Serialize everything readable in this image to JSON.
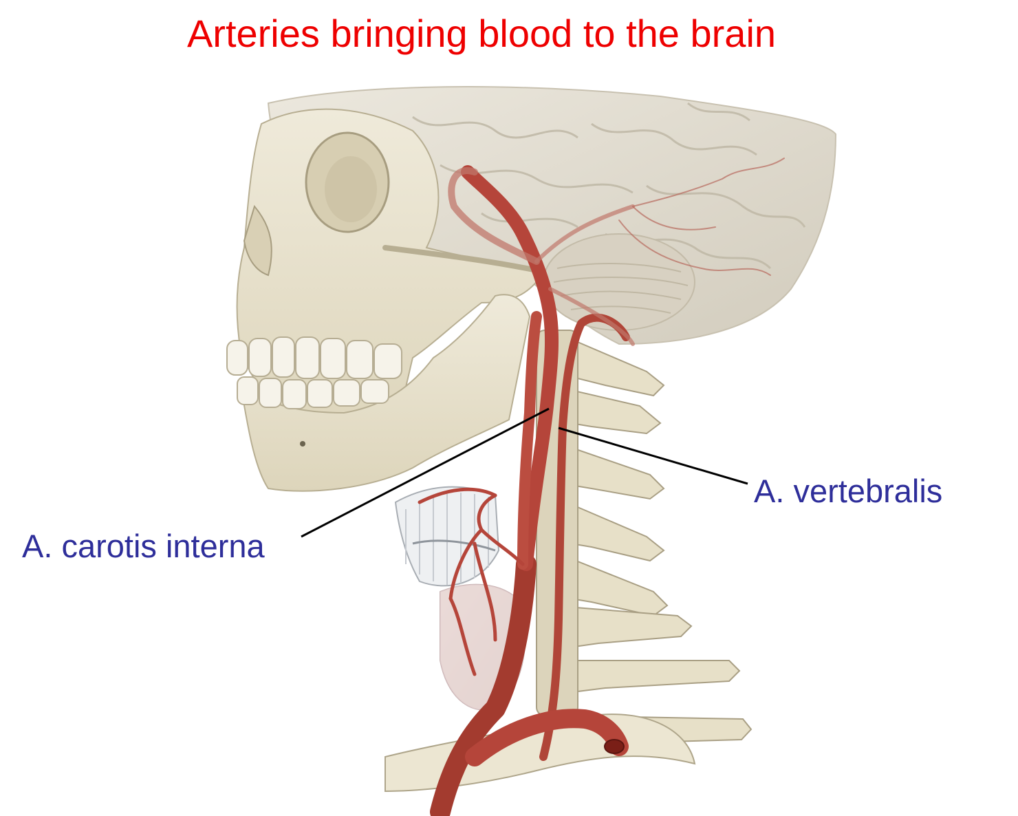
{
  "title": "Arteries bringing blood to the brain",
  "labels": {
    "carotis_interna": "A. carotis interna",
    "vertebralis": "A. vertebralis"
  },
  "colors": {
    "title": "#ee0000",
    "label": "#2e2e9a",
    "bone": "#e8e2cc",
    "brain": "#ddd8cc",
    "artery": "#b5453a",
    "thyroid": "#ead6d6"
  }
}
